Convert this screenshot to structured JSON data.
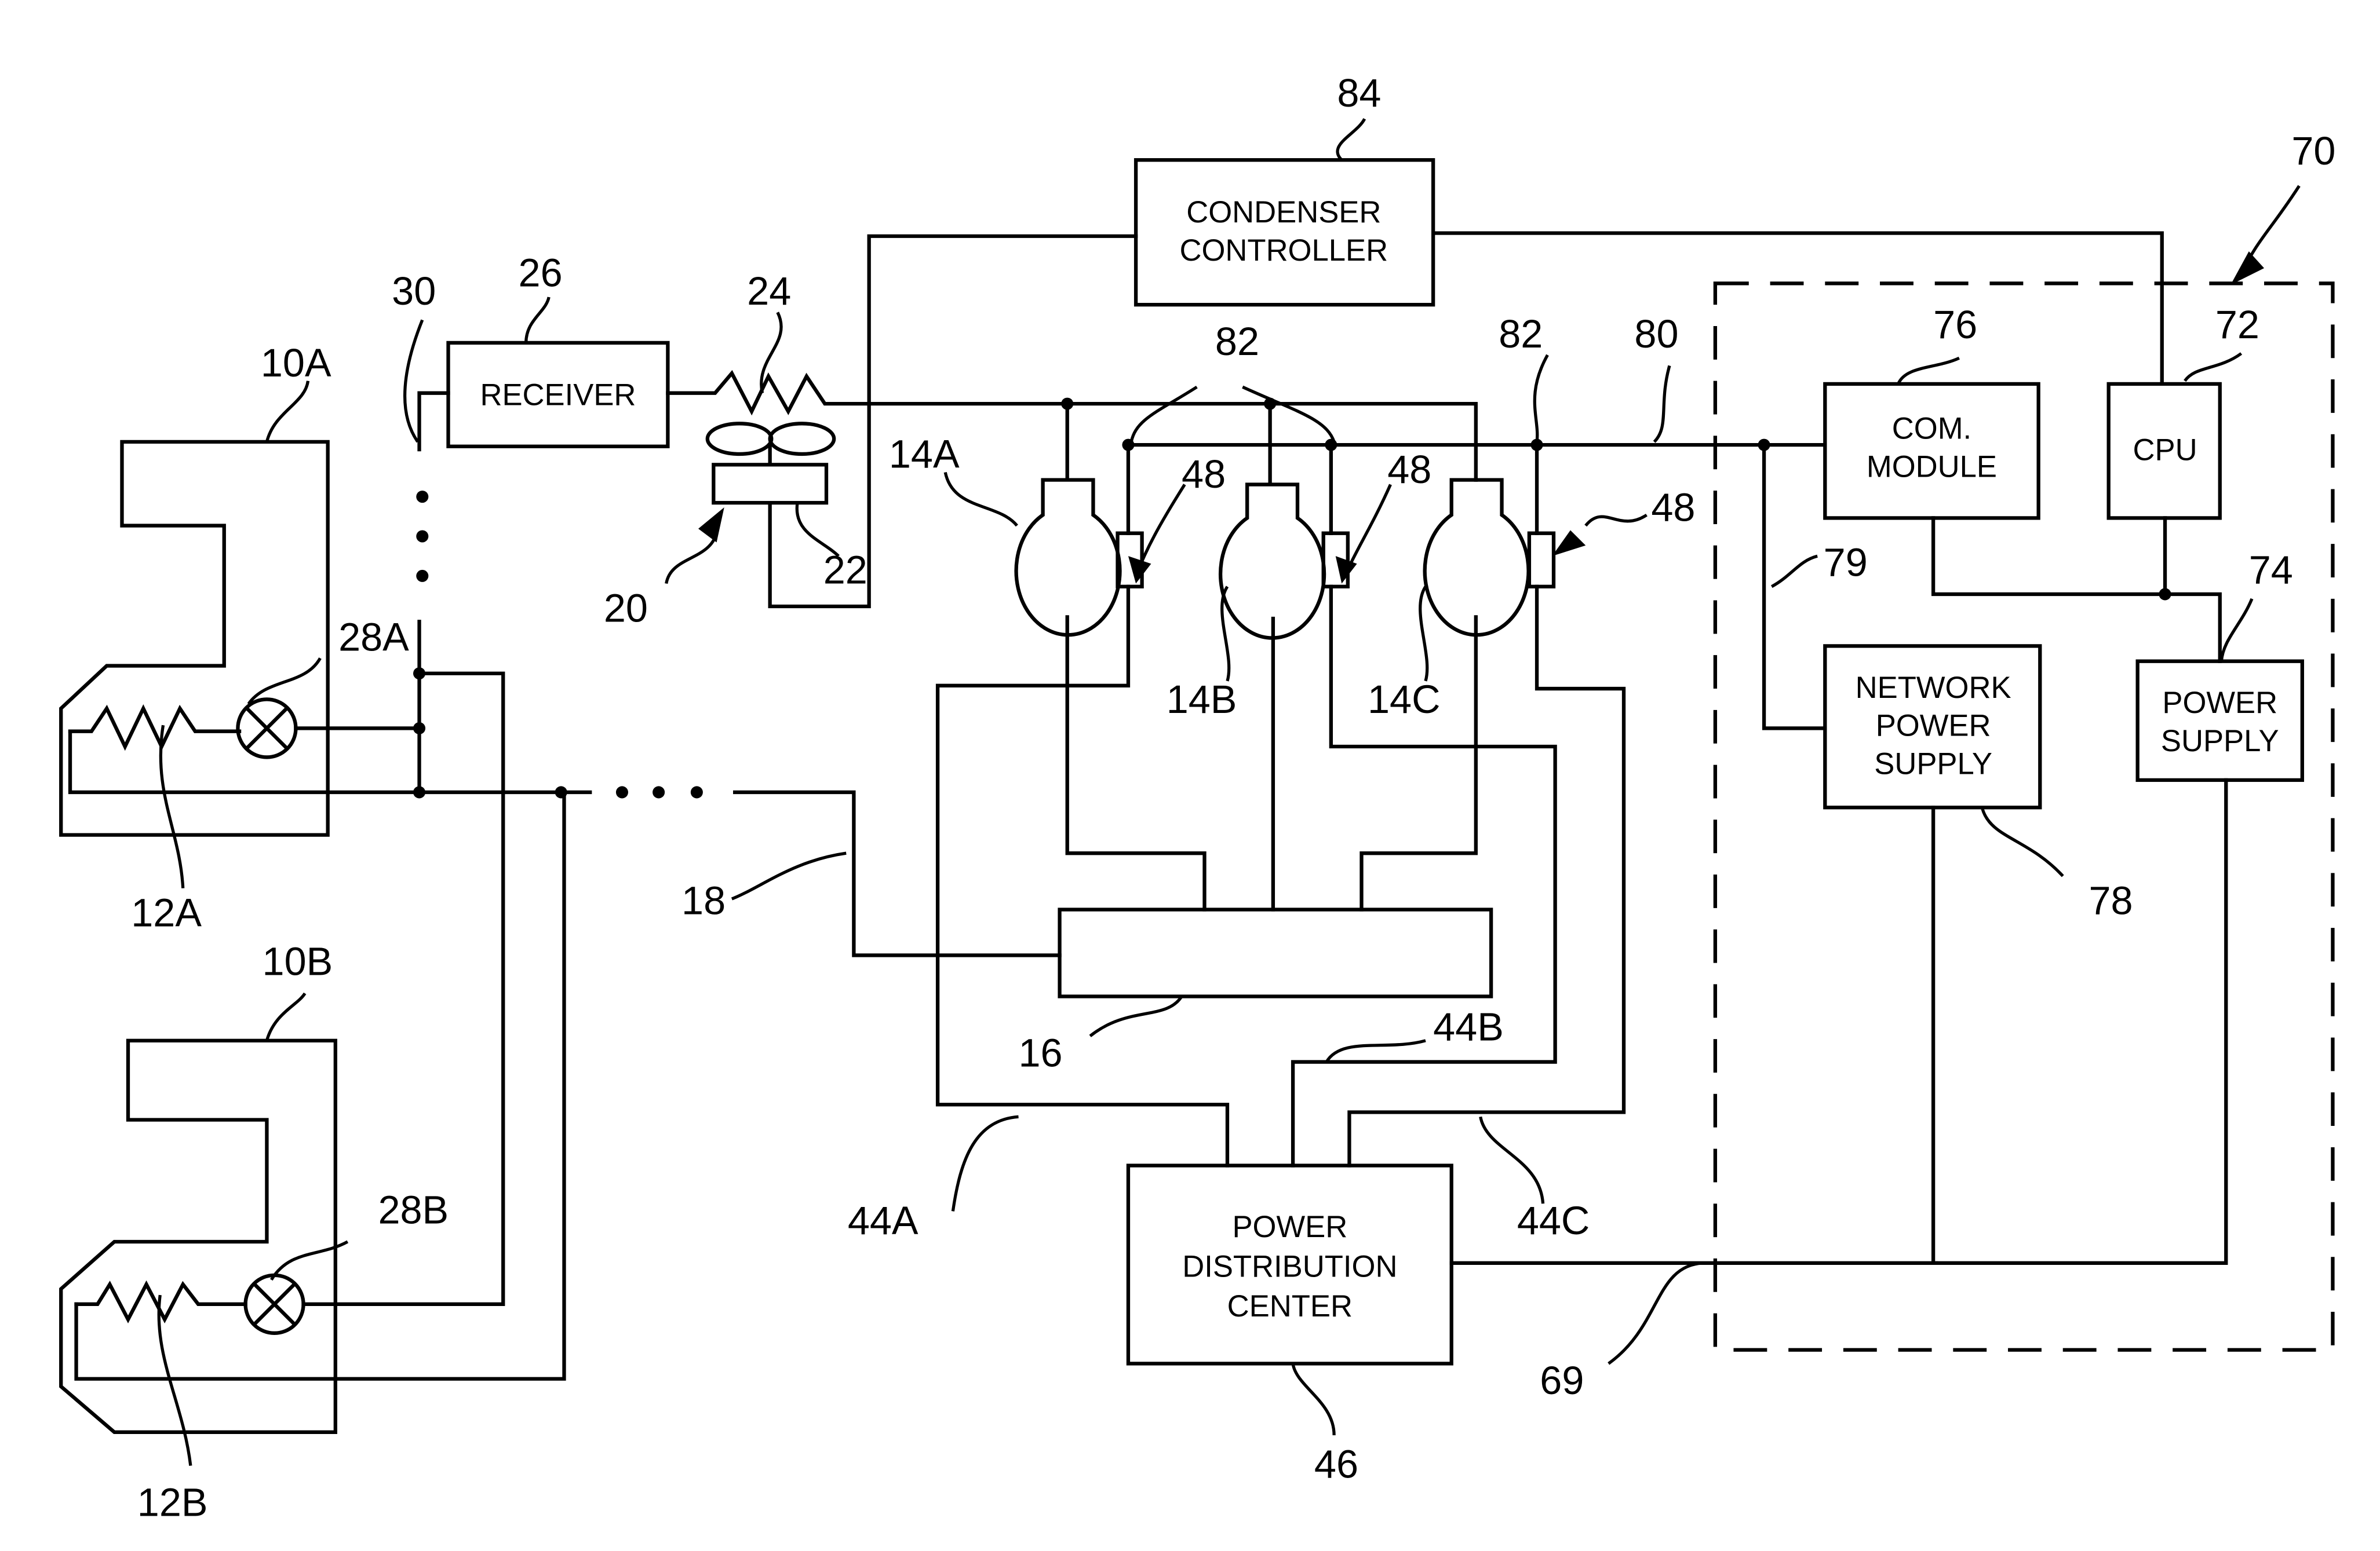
{
  "figure": {
    "type": "patent-block-diagram",
    "description": "Refrigeration system with display cases, compressors, condenser controller and control unit"
  },
  "boxes": {
    "receiver": {
      "lines": [
        "RECEIVER"
      ],
      "ref": "26"
    },
    "condenser_controller": {
      "lines": [
        "CONDENSER",
        "CONTROLLER"
      ],
      "ref": "84"
    },
    "com_module": {
      "lines": [
        "COM.",
        "MODULE"
      ],
      "ref": "76"
    },
    "cpu": {
      "lines": [
        "CPU"
      ],
      "ref": "72"
    },
    "network_power_supply": {
      "lines": [
        "NETWORK",
        "POWER",
        "SUPPLY"
      ],
      "ref": "78"
    },
    "power_supply": {
      "lines": [
        "POWER",
        "SUPPLY"
      ],
      "ref": "74"
    },
    "power_distribution_center": {
      "lines": [
        "POWER",
        "DISTRIBUTION",
        "CENTER"
      ],
      "ref": "46"
    },
    "manifold": {
      "lines": [],
      "ref": "16"
    },
    "control_unit": {
      "ref": "70"
    }
  },
  "refs": {
    "case_a": "10A",
    "case_b": "10B",
    "evaporator_a": "12A",
    "evaporator_b": "12B",
    "valve_a": "28A",
    "valve_b": "28B",
    "line_30": "30",
    "condenser": "20",
    "fan_motor": "22",
    "condenser_coil": "24",
    "compressor_a": "14A",
    "compressor_b": "14B",
    "compressor_c": "14C",
    "sensor_a": "48",
    "sensor_b": "48",
    "sensor_c": "48",
    "junction_82_left": "82",
    "junction_82_right": "82",
    "network_80": "80",
    "branch_79": "79",
    "suction_18": "18",
    "power_44a": "44A",
    "power_44b": "44B",
    "power_44c": "44C",
    "line_69": "69"
  }
}
